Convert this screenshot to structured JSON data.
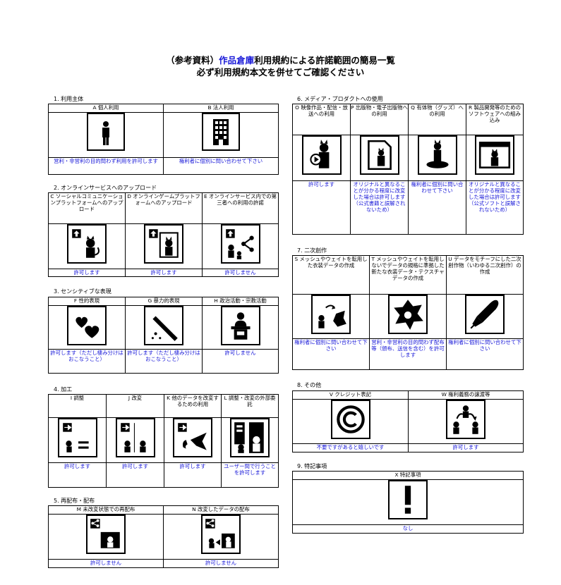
{
  "title": {
    "line1_pre": "（参考資料）",
    "line1_highlight": "作品倉庫",
    "line1_post": "利用規約による許諾範囲の簡易一覧",
    "line2": "必ず利用規約本文を併せてご確認ください"
  },
  "colors": {
    "accent_blue": "#1717d8",
    "border": "#000000"
  },
  "sections": [
    {
      "label": "1. 利用主体",
      "items": [
        {
          "header": "A 個人利用",
          "icon": "person-icon",
          "permission": "営利・非営利の目的問わず利用を許可します"
        },
        {
          "header": "B 法人利用",
          "icon": "office-building-icon",
          "permission": "権利者に個別に問い合わせて下さい"
        }
      ]
    },
    {
      "label": "2. オンラインサービスへのアップロード",
      "items": [
        {
          "header": "C ソーシャルコミュニケーションプラットフォームへのアップロード",
          "icon": "social-upload-icon",
          "permission": "許可します"
        },
        {
          "header": "D オンラインゲームプラットフォームへのアップロード",
          "icon": "game-upload-icon",
          "permission": "許可します"
        },
        {
          "header": "E オンラインサービス内での第三者への利用の許諾",
          "icon": "third-party-share-icon",
          "permission": "許可しません"
        }
      ]
    },
    {
      "label": "3. センシティブな表現",
      "items": [
        {
          "header": "F 性的表現",
          "icon": "hearts-icon",
          "permission": "許可します（ただし棲み分けはおこなうこと）"
        },
        {
          "header": "G 暴力的表現",
          "icon": "knife-icon",
          "permission": "許可します（ただし棲み分けはおこなうこと）"
        },
        {
          "header": "H 政治活動・宗教活動",
          "icon": "podium-speaker-icon",
          "permission": "許可しません"
        }
      ]
    },
    {
      "label": "4. 加工",
      "items": [
        {
          "header": "I 調整",
          "icon": "adjust-icon",
          "permission": "許可します"
        },
        {
          "header": "J 改変",
          "icon": "modify-icon",
          "permission": "許可します"
        },
        {
          "header": "K 他のデータを改変するための利用",
          "icon": "use-for-modifying-icon",
          "permission": "許可します"
        },
        {
          "header": "L 調整・改変の外部委託",
          "icon": "outsource-icon",
          "permission": "ユーザー間で行うことを許可します"
        }
      ]
    },
    {
      "label": "5. 再配布・配布",
      "items": [
        {
          "header": "M 未改変状態での再配布",
          "icon": "share-original-icon",
          "permission": "許可しません"
        },
        {
          "header": "N 改変したデータの配布",
          "icon": "share-modified-icon",
          "permission": "許可しません"
        }
      ]
    },
    {
      "label": "6. メディア・プロダクトへの使用",
      "items": [
        {
          "header": "O 映像作品・配信・放送への利用",
          "icon": "video-play-icon",
          "permission": "許可します"
        },
        {
          "header": "P 出版物・電子出版物への利用",
          "icon": "publication-icon",
          "permission": "オリジナルと異なることが分かる程度に改変した場合は許可します（公式書籍と誤解されないため）"
        },
        {
          "header": "Q 有体物（グッズ）への利用",
          "icon": "figure-goods-icon",
          "permission": "権利者に個別に問い合わせて下さい"
        },
        {
          "header": "R 製品開発等のためのソフトウェアへの組み込み",
          "icon": "software-window-icon",
          "permission": "オリジナルと異なることが分かる程度に改変した場合は許可します（公式ソフトと誤解されないため）"
        }
      ]
    },
    {
      "label": "7. 二次創作",
      "items": [
        {
          "header": "S メッシュやウェイトを転用した衣装データの作成",
          "icon": "outfit-transfer-icon",
          "permission": "権利者に個別に問い合わせて下さい"
        },
        {
          "header": "T メッシュやウェイトを転用しないでデータの規格に準拠した新たな衣装データ・テクスチャデータの作成",
          "icon": "new-outfit-icon",
          "permission": "営利・非営利の目的問わず配布等（頒布、送信を含む）を許可します"
        },
        {
          "header": "U データをモチーフにした二次創作物（いわゆる二次創作）の作成",
          "icon": "pen-nib-icon",
          "permission": "権利者に個別に問い合わせて下さい"
        }
      ]
    },
    {
      "label": "8. その他",
      "items": [
        {
          "header": "V クレジット表記",
          "icon": "copyright-icon",
          "permission": "不要ですがあると嬉しいです"
        },
        {
          "header": "W 権利義務の譲渡等",
          "icon": "rights-transfer-icon",
          "permission": "許可します"
        }
      ]
    },
    {
      "label": "9. 特記事項",
      "items": [
        {
          "header": "X 特記事項",
          "icon": "exclamation-icon",
          "permission": "なし"
        }
      ]
    }
  ]
}
